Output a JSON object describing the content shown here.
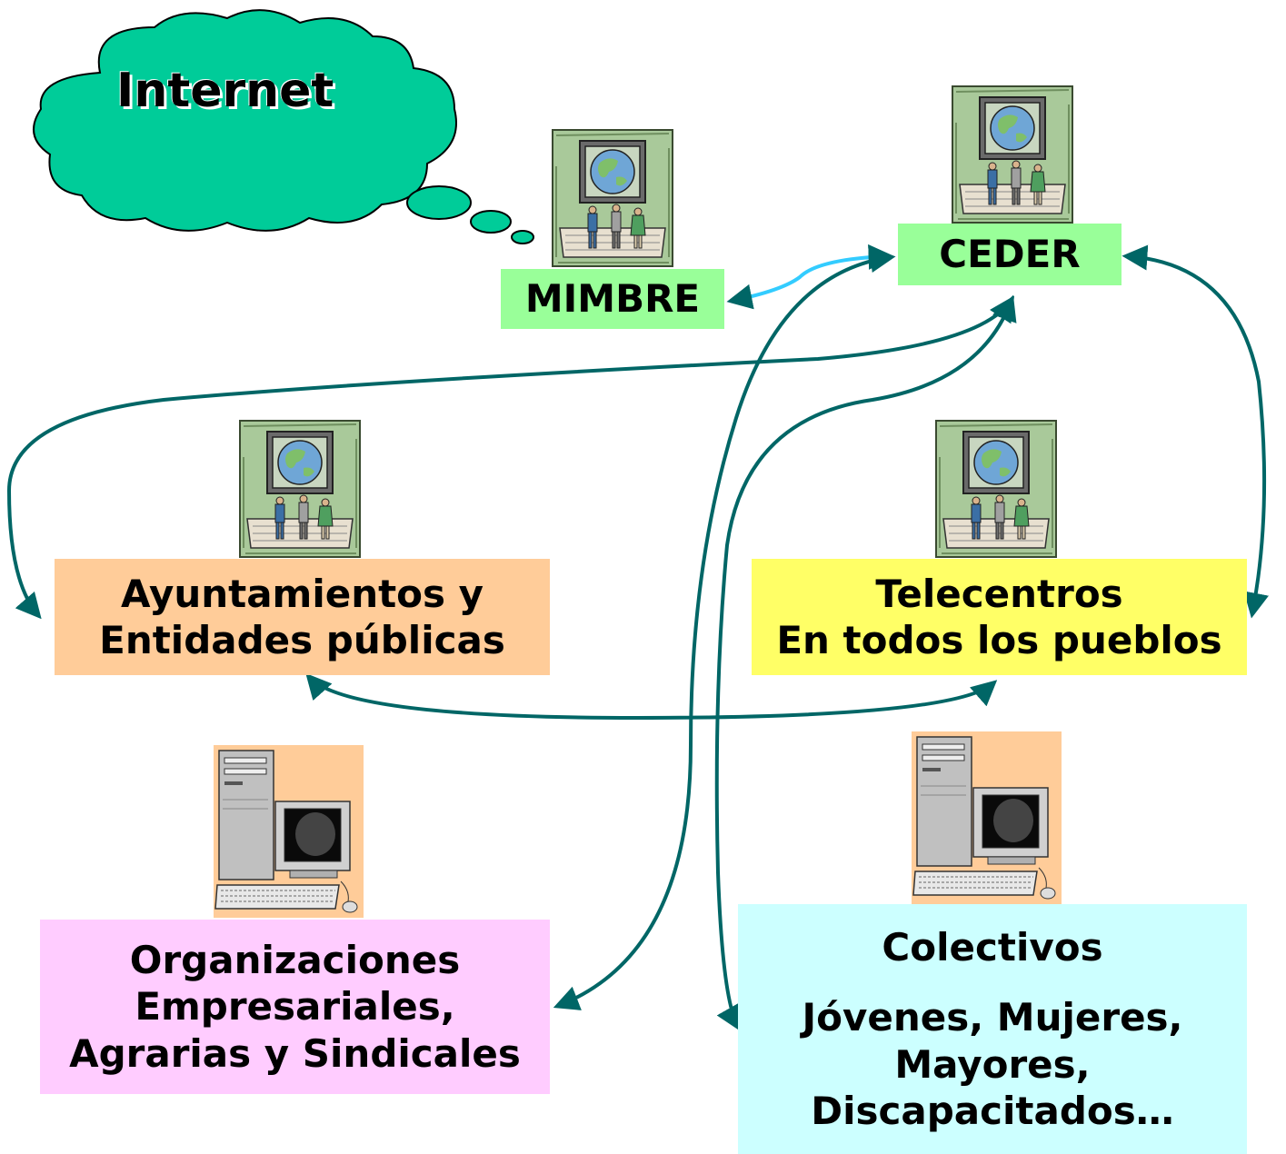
{
  "cloud": {
    "label": "Internet"
  },
  "nodes": {
    "mimbre": {
      "label": "MIMBRE"
    },
    "ceder": {
      "label": "CEDER"
    },
    "ayuntamientos": {
      "line1": "Ayuntamientos y",
      "line2": "Entidades públicas"
    },
    "telecentros": {
      "line1": "Telecentros",
      "line2": "En todos los pueblos"
    },
    "organizaciones": {
      "line1": "Organizaciones",
      "line2": "Empresariales,",
      "line3": "Agrarias y Sindicales"
    },
    "colectivos": {
      "title": "Colectivos",
      "line1": "Jóvenes, Mujeres,",
      "line2": "Mayores,",
      "line3": "Discapacitados…"
    }
  },
  "icons": [
    "kiosk-globe-icon",
    "desktop-computer-icon"
  ],
  "colors": {
    "cloud": "#00cc99",
    "mimbre": "#99ff99",
    "ceder": "#99ff99",
    "ayuntamientos": "#ffcc99",
    "telecentros": "#ffff66",
    "organizaciones": "#ffccff",
    "colectivos": "#ccffff",
    "connector": "#006666",
    "connector_highlight": "#33ccff"
  }
}
